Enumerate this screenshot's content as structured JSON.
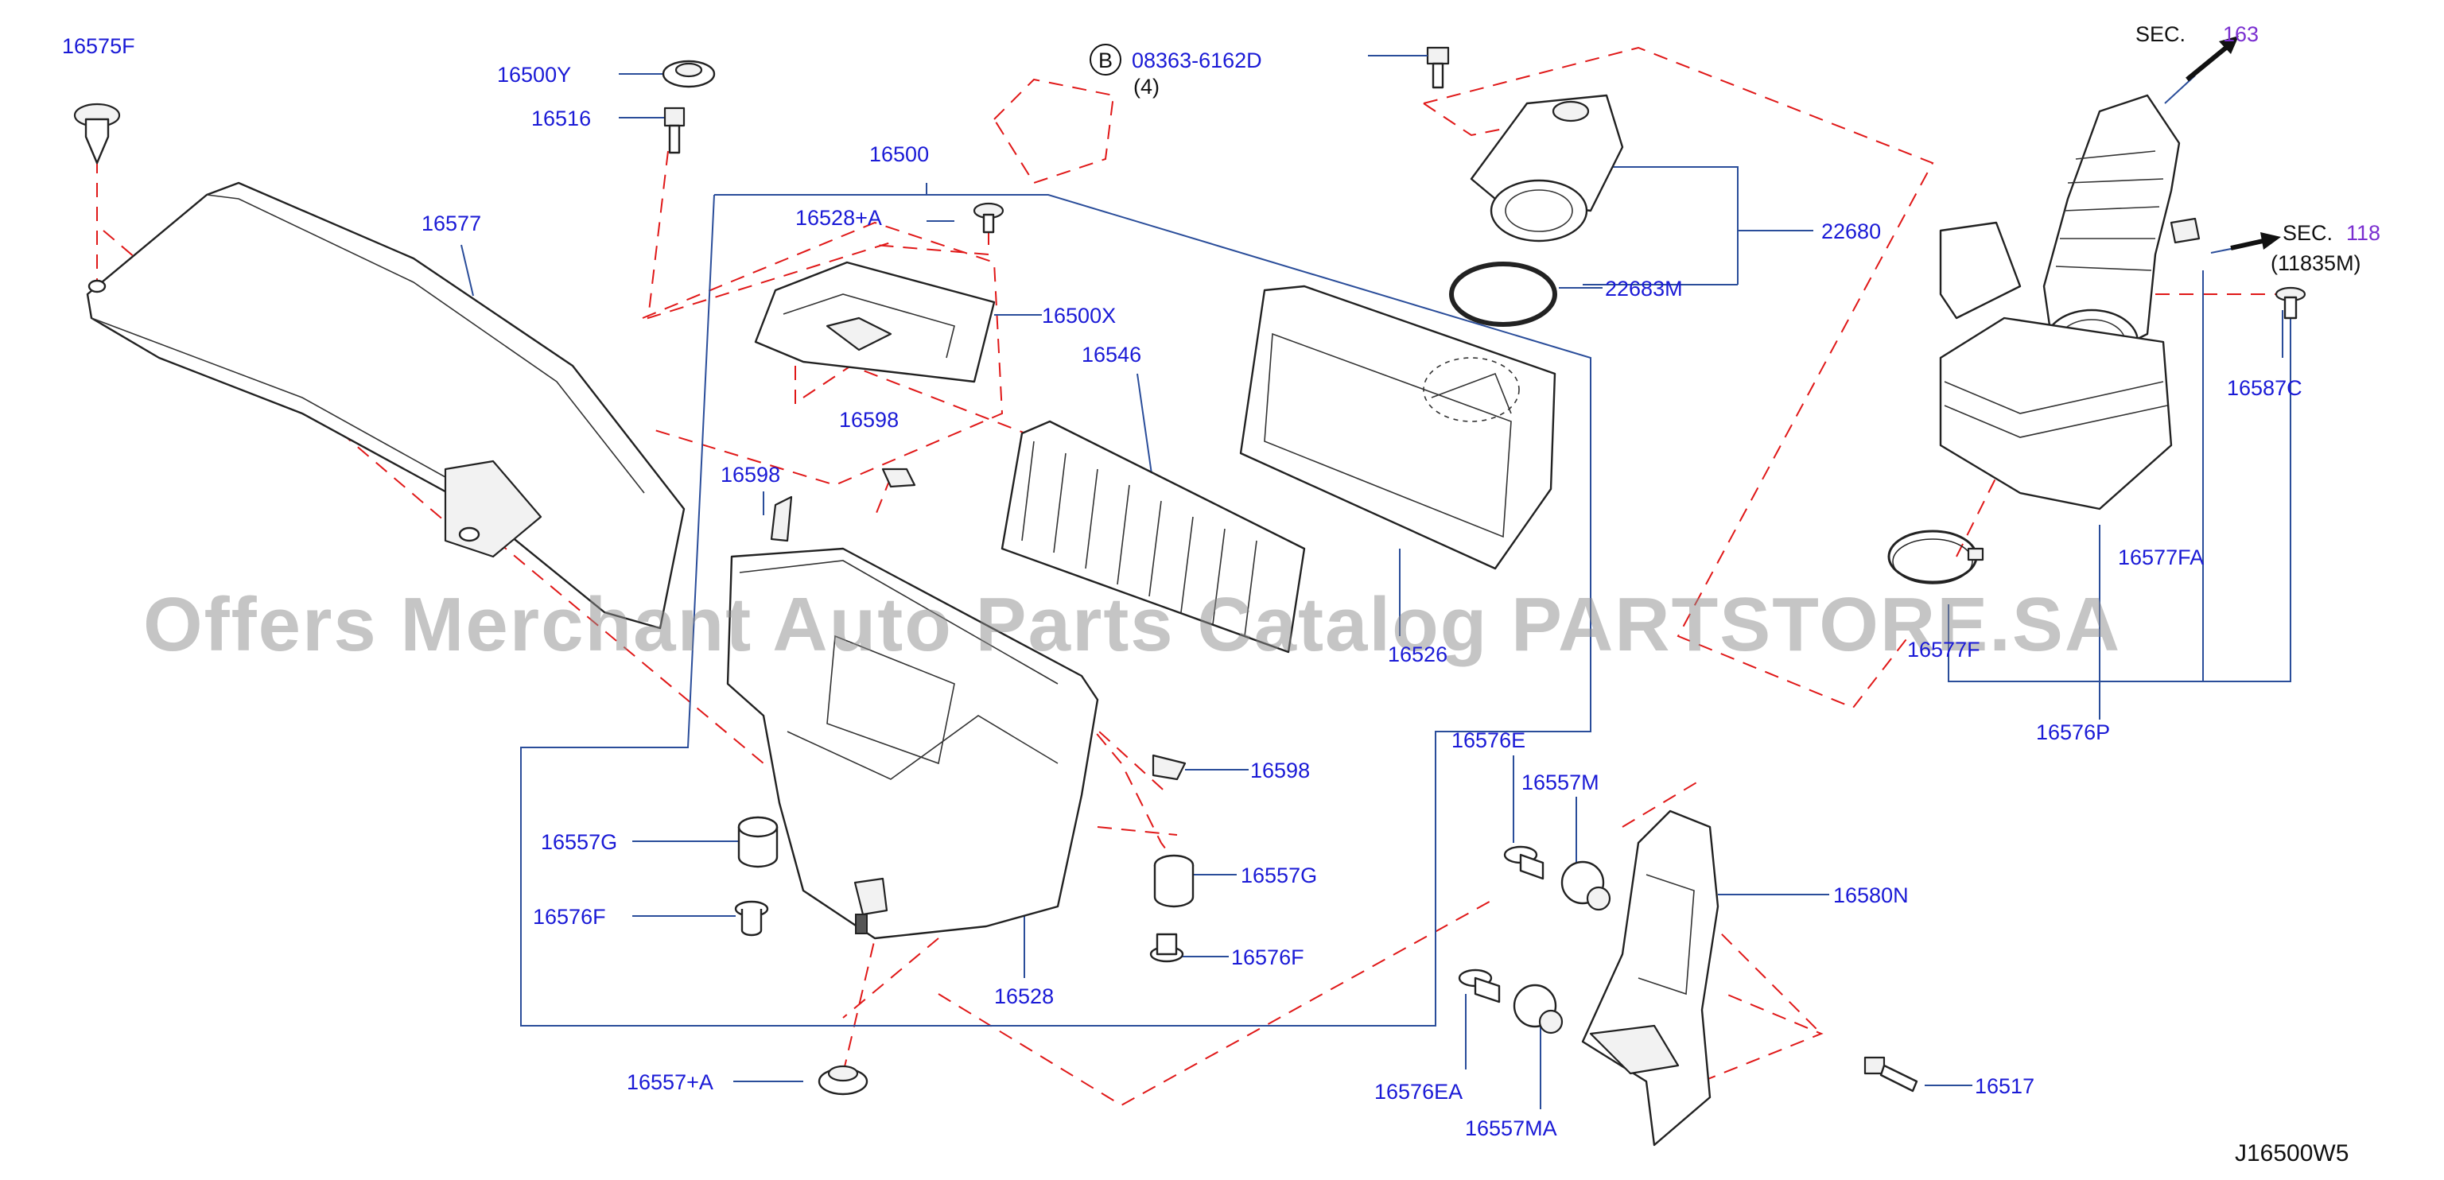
{
  "watermark": "Offers Merchant Auto Parts Catalog PARTSTORE.SA",
  "diagram_code": "J16500W5",
  "callout_bolt": {
    "badge": "B",
    "part": "08363-6162D",
    "qty": "(4)"
  },
  "sections": [
    {
      "prefix": "SEC.",
      "number": "163",
      "sub": ""
    },
    {
      "prefix": "SEC.",
      "number": "118",
      "sub": "(11835M)"
    }
  ],
  "parts": {
    "p16575F": "16575F",
    "p16500Y": "16500Y",
    "p16516": "16516",
    "p16500": "16500",
    "p16577": "16577",
    "p16528A": "16528+A",
    "p16500X": "16500X",
    "p16546": "16546",
    "p16598a": "16598",
    "p16598b": "16598",
    "p16598c": "16598",
    "p22680": "22680",
    "p22683M": "22683M",
    "p16526": "16526",
    "p16587C": "16587C",
    "p16577FA": "16577FA",
    "p16577F": "16577F",
    "p16576P": "16576P",
    "p16576E": "16576E",
    "p16557M": "16557M",
    "p16580N": "16580N",
    "p16557Ga": "16557G",
    "p16557Gb": "16557G",
    "p16576Fa": "16576F",
    "p16576Fb": "16576F",
    "p16528": "16528",
    "p16557A": "16557+A",
    "p16576EA": "16576EA",
    "p16557MA": "16557MA",
    "p16517": "16517"
  }
}
